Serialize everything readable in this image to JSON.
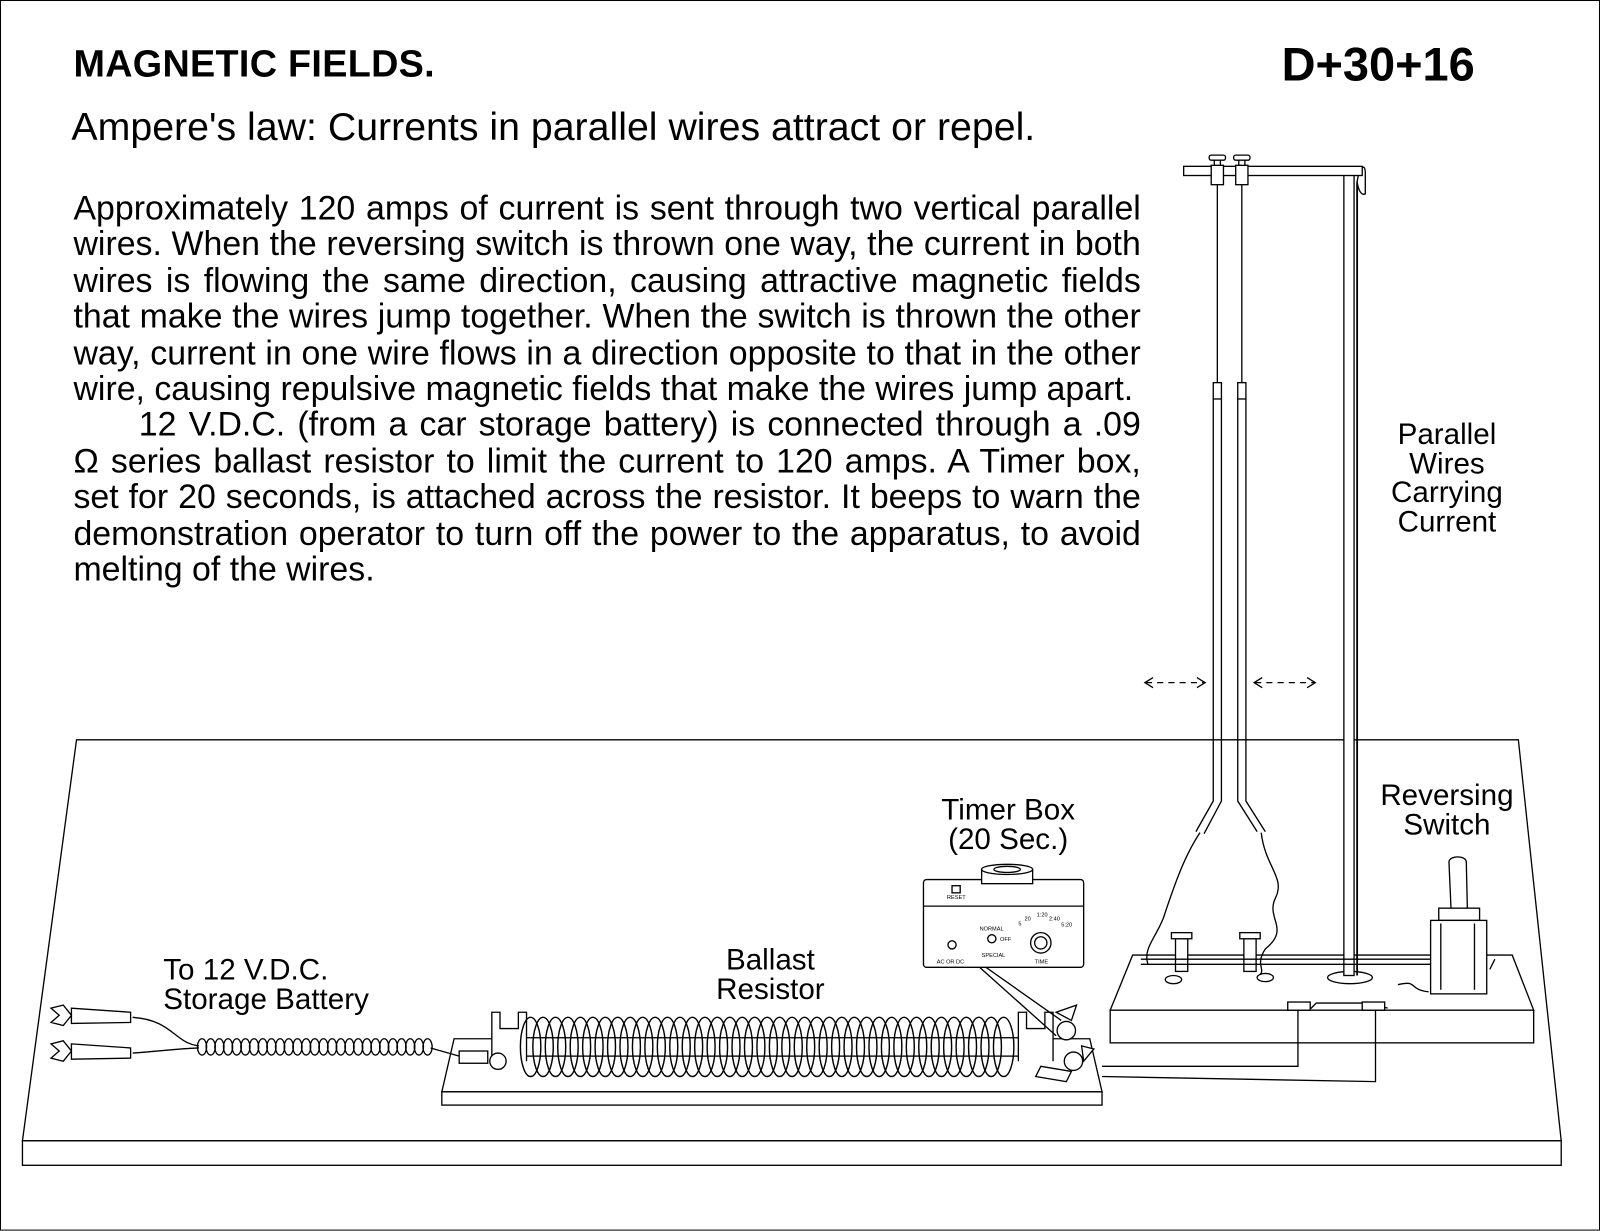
{
  "header": {
    "title": "MAGNETIC FIELDS.",
    "code": "D+30+16",
    "subtitle": "Ampere's law: Currents in parallel wires attract or repel."
  },
  "description": {
    "paragraph1": "Approximately 120 amps of current is sent through two vertical parallel wires.  When the reversing switch is thrown one way, the current in both wires is flowing the same direction, causing attractive magnetic fields that make the wires jump together. When the switch is thrown the other way, current in one wire flows in a direction opposite to that in the other wire, causing repulsive magnetic fields that make the wires jump apart.",
    "paragraph2": "12 V.D.C. (from a car storage battery) is connected through a .09 Ω series ballast resistor to limit the current to 120 amps.  A Timer box, set for 20 seconds, is attached across the resistor.  It beeps to warn  the demonstration operator to turn off the power to the apparatus, to avoid melting of the wires."
  },
  "labels": {
    "parallel_wires": [
      "Parallel",
      "Wires",
      "Carrying",
      "Current"
    ],
    "reversing_switch": [
      "Reversing",
      "Switch"
    ],
    "timer_box": [
      "Timer Box",
      "(20 Sec.)"
    ],
    "ballast_resistor": [
      "Ballast",
      "Resistor"
    ],
    "battery": [
      "To 12 V.D.C.",
      "Storage Battery"
    ]
  },
  "timer_panel": {
    "reset": "RESET",
    "normal": "NORMAL",
    "off": "OFF",
    "special": "SPECIAL",
    "ac_or_dc": "AC OR DC",
    "time": "TIME",
    "dial_marks": [
      "5",
      "20",
      "1:20",
      "2:40",
      "5:20"
    ]
  }
}
